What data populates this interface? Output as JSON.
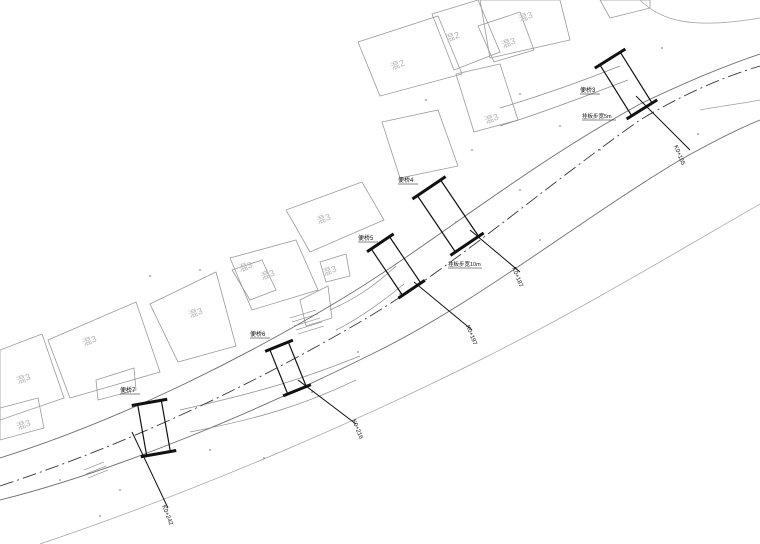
{
  "drawing": {
    "building_labels": [
      "混3",
      "混3",
      "混2",
      "混2",
      "混3",
      "混3",
      "混3",
      "混3",
      "混3",
      "混3",
      "混3",
      "混3",
      "混3"
    ],
    "bridges": [
      {
        "id": "b3",
        "label": "便桥3",
        "chainage": "K0+155",
        "note": "挂板步宽5m"
      },
      {
        "id": "b4",
        "label": "便桥4",
        "chainage": "K0+187",
        "note": "挂板步宽10m"
      },
      {
        "id": "b5",
        "label": "便桥5",
        "chainage": "K0+197",
        "note": ""
      },
      {
        "id": "b6",
        "label": "便桥6",
        "chainage": "K0+216",
        "note": ""
      },
      {
        "id": "b7",
        "label": "便桥7",
        "chainage": "K0+242",
        "note": ""
      }
    ]
  }
}
